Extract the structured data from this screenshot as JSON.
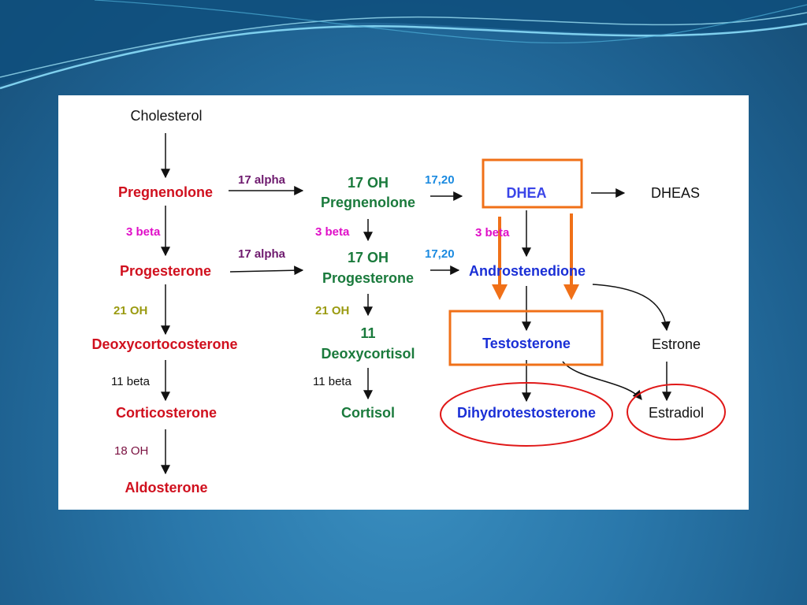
{
  "colors": {
    "red": "#d0101e",
    "green": "#1a7a3c",
    "blue": "#1a2fd6",
    "dhea_blue": "#3a45e8",
    "purple": "#6e1a6e",
    "magenta": "#e010c8",
    "olive": "#9a9a10",
    "skyblue": "#1a8ae0",
    "black": "#111111",
    "maroon": "#7a1040",
    "orange": "#f07018",
    "highlight_red": "#e01818"
  },
  "nodes": {
    "cholesterol": "Cholesterol",
    "pregnenolone": "Pregnenolone",
    "progesterone": "Progesterone",
    "deoxycorticosterone": "Deoxycortocosterone",
    "corticosterone": "Corticosterone",
    "aldosterone": "Aldosterone",
    "oh17_pregnenolone_l1": "17 OH",
    "oh17_pregnenolone_l2": "Pregnenolone",
    "oh17_progesterone_l1": "17 OH",
    "oh17_progesterone_l2": "Progesterone",
    "deoxycortisol_l1": "11",
    "deoxycortisol_l2": "Deoxycortisol",
    "cortisol": "Cortisol",
    "dhea": "DHEA",
    "dheas": "DHEAS",
    "androstenedione": "Androstenedione",
    "testosterone": "Testosterone",
    "dihydrotestosterone": "Dihydrotestosterone",
    "estrone": "Estrone",
    "estradiol": "Estradiol"
  },
  "enzymes": {
    "alpha17_top": "17 alpha",
    "alpha17_mid": "17 alpha",
    "beta3_left": "3 beta",
    "beta3_mid": "3 beta",
    "beta3_right": "3 beta",
    "lyase_top": "17,20",
    "lyase_mid": "17,20",
    "oh21_left": "21 OH",
    "oh21_mid": "21 OH",
    "beta11_left": "11 beta",
    "beta11_mid": "11 beta",
    "oh18": "18 OH"
  }
}
